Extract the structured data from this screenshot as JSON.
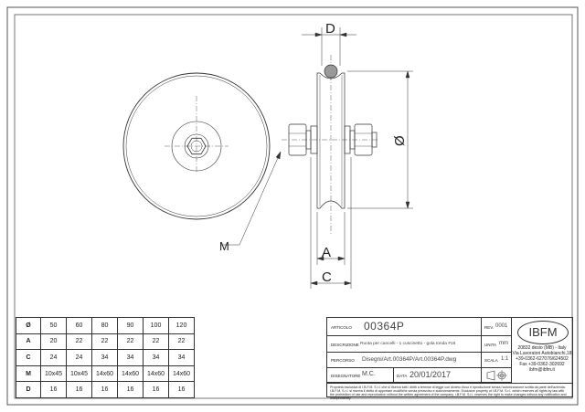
{
  "drawing": {
    "labels": {
      "D": "D",
      "A": "A",
      "C": "C",
      "M": "M",
      "diameter": "Ø"
    }
  },
  "table": {
    "rows": [
      {
        "head": "Ø",
        "values": [
          "50",
          "60",
          "80",
          "90",
          "100",
          "120"
        ]
      },
      {
        "head": "A",
        "values": [
          "20",
          "22",
          "22",
          "22",
          "22",
          "22"
        ]
      },
      {
        "head": "C",
        "values": [
          "24",
          "24",
          "34",
          "34",
          "34",
          "34"
        ]
      },
      {
        "head": "M",
        "values": [
          "10x45",
          "10x45",
          "14x60",
          "14x60",
          "14x60",
          "14x60"
        ]
      },
      {
        "head": "D",
        "values": [
          "16",
          "16",
          "16",
          "16",
          "16",
          "16"
        ]
      }
    ]
  },
  "title_block": {
    "articolo_label": "ARTICOLO",
    "articolo": "00364P",
    "rev_label": "REV.",
    "rev": "0001",
    "descrizione_label": "DESCRIZIONE",
    "descrizione": "Ruota per cancelli - 1 cuscinetto - gola tonda #16",
    "unita_label": "UNITA",
    "unita": "mm",
    "percorso_label": "PERCORSO",
    "percorso": "Disegni/Art.00364P/Art.00364P.dwg",
    "scala_label": "SCALA",
    "scala": "1:1",
    "disegnatore_label": "DISEGNATORE",
    "disegnatore": "M.C.",
    "data_label": "DATA",
    "data": "20/01/2017",
    "logo": "IBFM",
    "address": [
      "20832 desio (MB) - Italy",
      "Via Lavoratori Autobianchi,18",
      "+39-0362-627076/624502",
      "Fax +39-0362-302692",
      "ibfm@ibfm.it"
    ],
    "disclaimer": "Proprietà esclusiva di I.B.F.M. S.r.l. che si riserva tutti i diritti a termine di legge con divieto d'uso e riproduzione senza l'autorizzazione scritta da parte dell'azienda. I.B.F.M. S.r.l. si riserva il diritto di apportare modifiche senza preavviso e autonomamente. Exclusive property of I.B.F.M. S.r.l. which reserves all rights by law with the prohibition of use and reproduction without the written agreement of the company. I.B.F.M. S.r.l. reserves the right to make changes without any notification and independently."
  }
}
